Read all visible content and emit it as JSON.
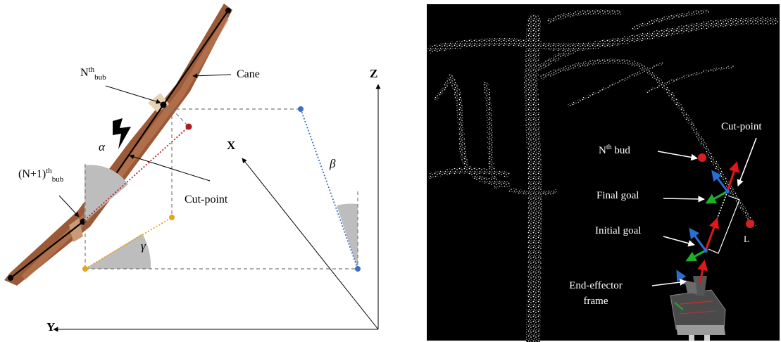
{
  "left_panel": {
    "labels": {
      "nth_bud_base": "N",
      "nth_bud_sup": "th",
      "nth_bud_sub": "bub",
      "n1_bud_base": "(N+1)",
      "n1_bud_sup": "th",
      "n1_bud_sub": "bub",
      "cane": "Cane",
      "cut_point": "Cut-point",
      "alpha": "α",
      "beta": "β",
      "gamma": "γ",
      "axis_x": "X",
      "axis_y": "Y",
      "axis_z": "Z"
    },
    "colors": {
      "cut_point_marker": "#b01c1c",
      "yellow_marker": "#e8a417",
      "blue_marker": "#3a6fc4",
      "cane_bark": "#9a5a38",
      "angle_fill": "#bdbdbd"
    }
  },
  "right_panel": {
    "labels": {
      "cut_point": "Cut-point",
      "nth_bud_base": "N",
      "nth_bud_sup": "th",
      "nth_bud_rest": " bud",
      "final_goal": "Final goal",
      "initial_goal": "Initial goal",
      "length": "L",
      "end_effector_line1": "End-effector",
      "end_effector_line2": "frame"
    },
    "colors": {
      "background": "#000000",
      "point_cloud": "#ffffff",
      "bud": "#d42020",
      "axis_red": "#e01818",
      "axis_green": "#1fb02a",
      "axis_blue": "#2a6fd0"
    }
  }
}
